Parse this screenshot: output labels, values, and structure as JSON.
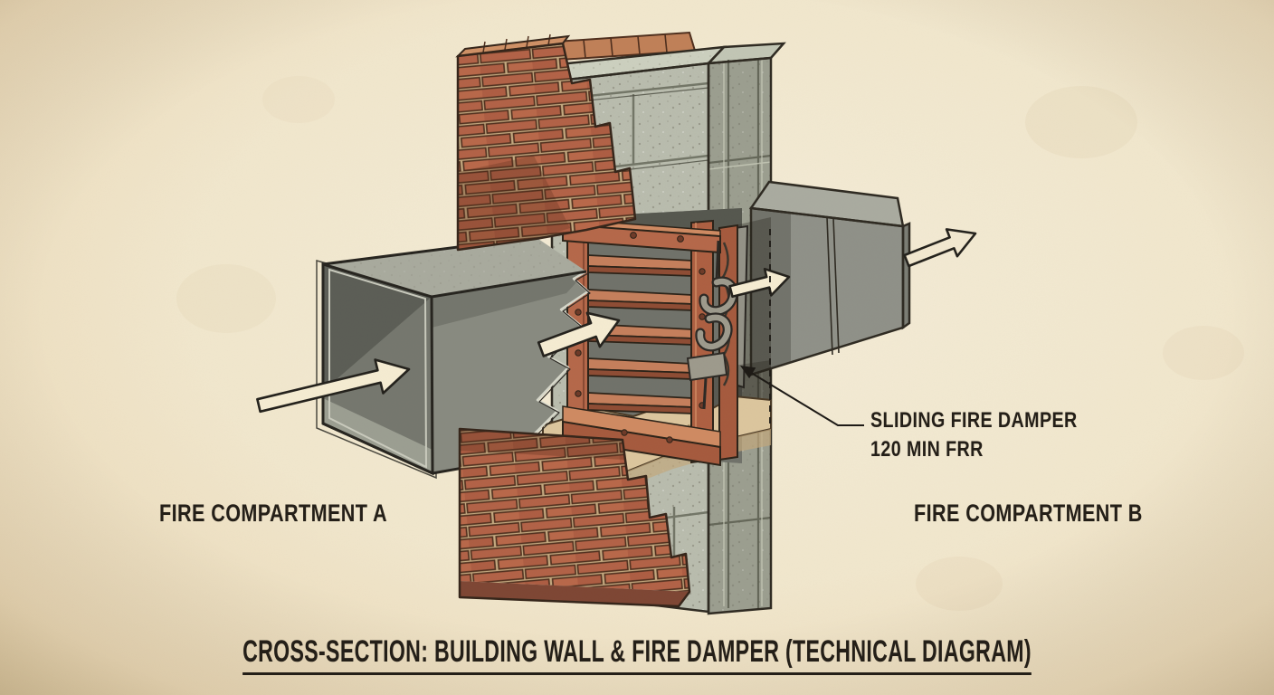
{
  "title": "CROSS-SECTION: BUILDING WALL & FIRE DAMPER (TECHNICAL DIAGRAM)",
  "labels": {
    "compartment_a": "FIRE COMPARTMENT A",
    "compartment_b": "FIRE COMPARTMENT B"
  },
  "annotation": {
    "line1": "SLIDING FIRE DAMPER",
    "line2": "120 MIN FRR"
  },
  "scene": {
    "components": [
      "cutaway brick wall",
      "concrete block wall",
      "supply duct compartment A",
      "discharge duct compartment B",
      "sliding fire damper with louver blades",
      "fusible link",
      "airflow arrows",
      "wall centerline dashed"
    ]
  },
  "icons": {
    "airflow_arrow": "outlined right arrow",
    "leader_arrow": "filled pointer triangle",
    "centerline": "vertical dashed line"
  },
  "colors": {
    "paper": "#f1e7cd",
    "ink": "#26211a",
    "brick": "#b26247",
    "mortar": "#c3a87f",
    "concrete": "#b9bcae",
    "concrete_top": "#ccd0bf",
    "duct": "#9fa196",
    "duct_interior": "#6e7067",
    "damper_copper": "#b5684a",
    "copper_light": "#cf8a62",
    "arrow_fill": "#f5ecd2",
    "sill_tan": "#dcc69e",
    "metal_link": "#9d9a8c"
  }
}
